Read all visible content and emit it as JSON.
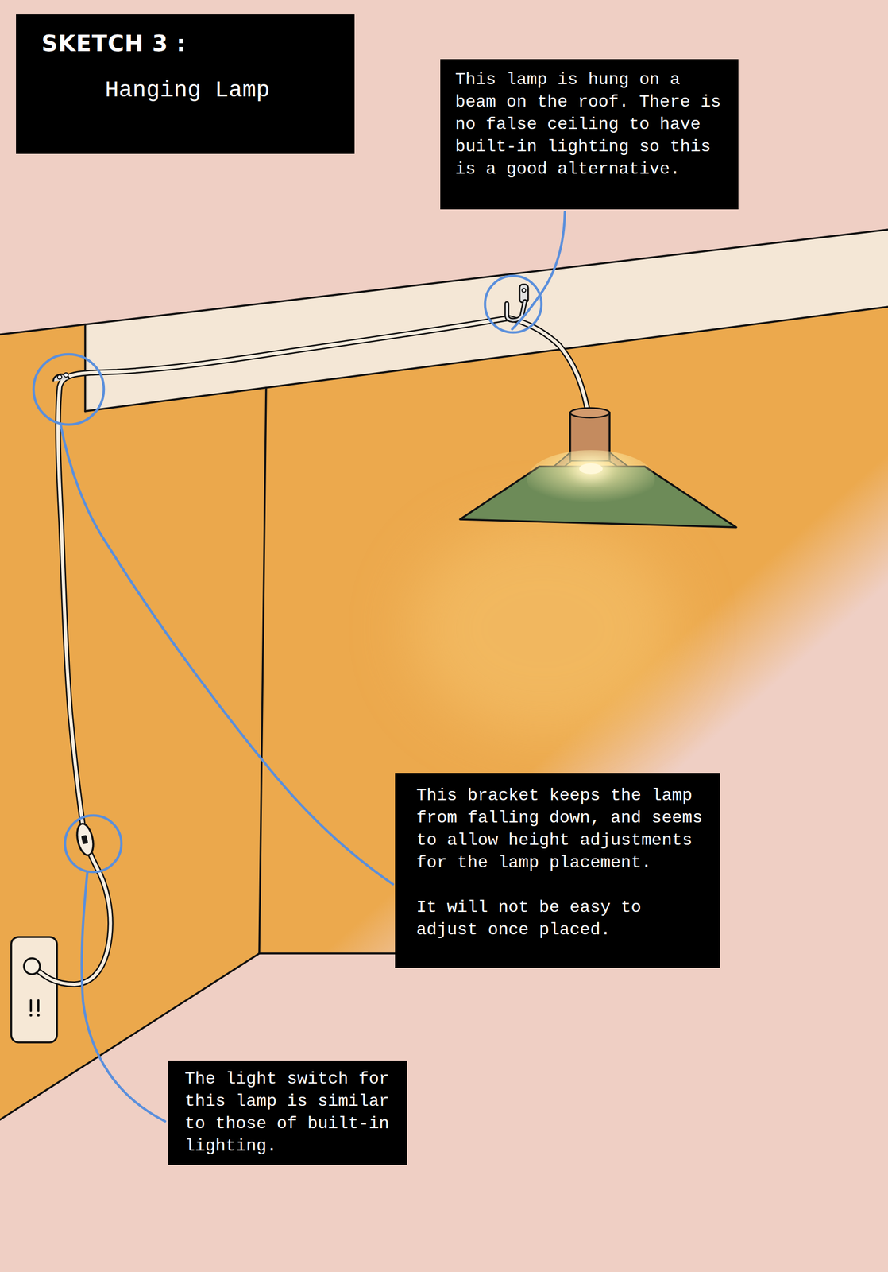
{
  "diagram": {
    "nodes": [
      {
        "text": [
          "SKETCH 3 :",
          "Hanging Lamp"
        ]
      },
      {
        "text": [
          "This lamp is hung on a beam on the roof. There is no false ceiling to have built-in lighting so this is a good alternative."
        ]
      },
      {
        "text": [
          "This bracket keeps the lamp from falling down, and seems to allow height adjustments for the lamp placement.",
          "It will not be easy to adjust once placed."
        ]
      },
      {
        "text": [
          "The light switch for this lamp is similar to those of built-in lighting."
        ]
      }
    ]
  }
}
